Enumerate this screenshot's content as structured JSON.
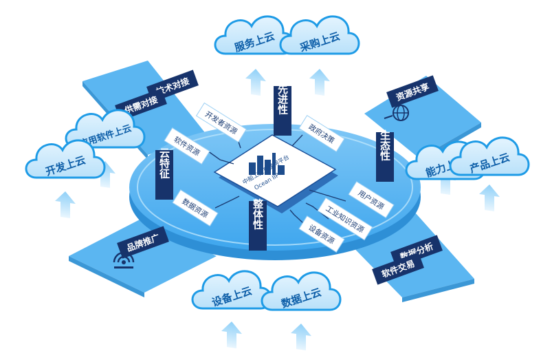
{
  "colors": {
    "cloud_fill": "#cfe9fb",
    "cloud_edge": "#1e9be6",
    "cloud_text": "#0d5ea8",
    "platform": "#4aaef0",
    "platform_light": "#8ecff7",
    "strip": "#5bb6f1",
    "navy": "#17336b",
    "arrow": "#a8d8f8"
  },
  "clouds": {
    "service": "服务上云",
    "procurement": "采购上云",
    "app_software": "应用软件上云",
    "development": "开发上云",
    "capability": "能力上云",
    "product": "产品上云",
    "equipment": "设备上云",
    "data": "数据上云"
  },
  "strips": {
    "tech_docking": "技术对接",
    "supply_demand": "供需对接",
    "resource_sharing": "资源共享",
    "brand_promotion": "品牌推广",
    "data_analysis": "数据分析",
    "software_trading": "软件交易"
  },
  "pillars": {
    "advanced": "先进性",
    "ecological": "生态性",
    "cloud_feature": "云特征",
    "integrity": "整体性"
  },
  "tags": {
    "dev_tools": "开发者资源",
    "software_resources": "软件资源",
    "gov_decision": "政府决策",
    "user_resources": "用户资源",
    "industrial_knowledge": "工业知识资源",
    "equipment_resources": "设备资源",
    "data_resources": "数据资源"
  },
  "core": {
    "name": "中船工业互联网平台",
    "sub": "Ocean IIP"
  },
  "icons": {
    "globe": "globe-icon",
    "brand": "brand-signal-icon",
    "building": "industrial-building-icon",
    "arrow": "up-arrow-icon"
  }
}
